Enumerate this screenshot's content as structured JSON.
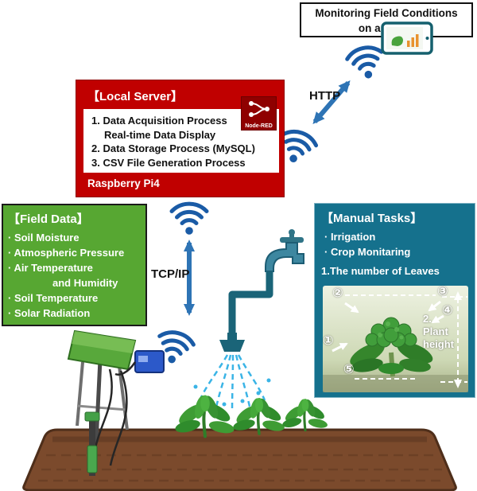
{
  "tablet": {
    "label_line1": "Monitoring Field Conditions",
    "label_line2": "on a Tablet"
  },
  "labels": {
    "http": "HTTP",
    "tcpip": "TCP/IP"
  },
  "local_server": {
    "title": "【Local Server】",
    "badge": "Node-RED",
    "lines": [
      "1. Data Acquisition Process",
      "Real-time Data Display",
      "2. Data Storage Process (MySQL)",
      "3. CSV File Generation Process"
    ],
    "device": "Raspberry Pi4"
  },
  "field_data": {
    "title": "【Field Data】",
    "items": [
      "· Soil Moisture",
      "· Atmospheric Pressure",
      "· Air Temperature",
      "and Humidity",
      "· Soil Temperature",
      "· Solar Radiation"
    ]
  },
  "manual_tasks": {
    "title": "【Manual Tasks】",
    "items": [
      "· Irrigation",
      "· Crop Monitaring"
    ],
    "task1": "1.The number of Leaves",
    "task2": "2. Plant height",
    "annotations": [
      "①",
      "②",
      "③",
      "④",
      "⑤"
    ]
  },
  "colors": {
    "server_red": "#c00000",
    "node_red_badge": "#8f0000",
    "field_green": "#57a732",
    "tasks_teal": "#15718d",
    "wifi_blue": "#1a5ba6",
    "arrow_blue": "#2e74b5",
    "pipe_teal": "#1a6478",
    "spray_blue": "#3ab4e6",
    "soil_brown": "#7b4a2c"
  }
}
